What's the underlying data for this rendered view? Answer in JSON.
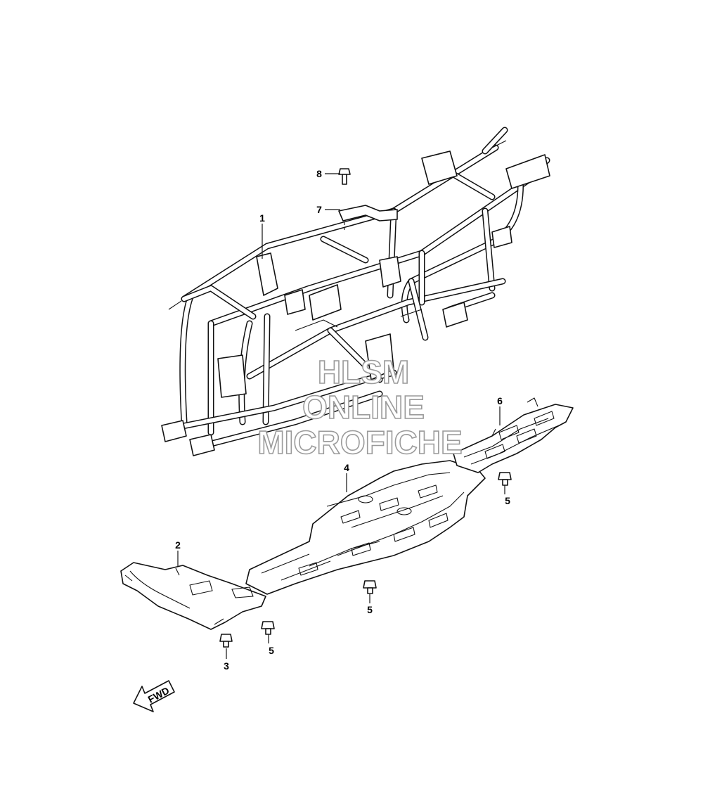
{
  "callouts": [
    {
      "id": "1",
      "label": "1"
    },
    {
      "id": "2",
      "label": "2"
    },
    {
      "id": "3",
      "label": "3"
    },
    {
      "id": "4",
      "label": "4"
    },
    {
      "id": "5a",
      "label": "5"
    },
    {
      "id": "5b",
      "label": "5"
    },
    {
      "id": "5c",
      "label": "5"
    },
    {
      "id": "6",
      "label": "6"
    },
    {
      "id": "7",
      "label": "7"
    },
    {
      "id": "8",
      "label": "8"
    }
  ],
  "watermark": {
    "line1": "HLSM",
    "line2": "ONLINE",
    "line3": "MICROFICHE",
    "color": "#9a9a9a"
  },
  "direction_arrow": {
    "label": "FWD"
  },
  "colors": {
    "line": "#111111",
    "background": "#ffffff"
  }
}
